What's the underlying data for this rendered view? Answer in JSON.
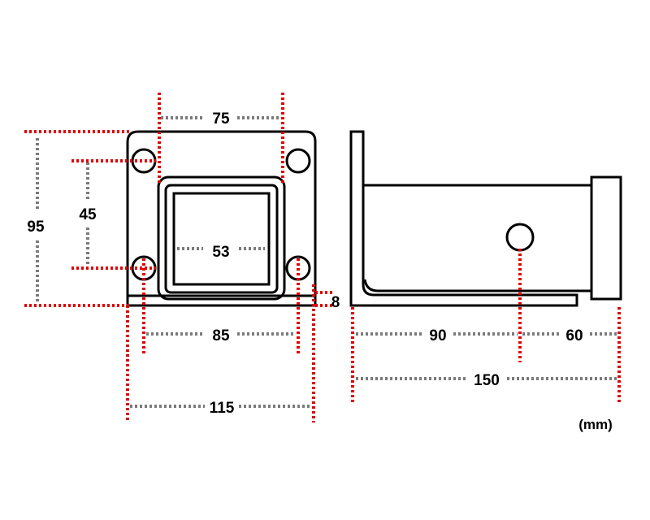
{
  "dimensions": {
    "top_hole_spacing": "75",
    "height": "95",
    "vertical_hole_spacing": "45",
    "tube_size": "53",
    "thickness": "8",
    "lower_hole_spacing": "85",
    "width": "115",
    "side_length_a": "90",
    "side_length_b": "60",
    "total_length": "150"
  },
  "unit": "(mm)",
  "colors": {
    "outline": "#000000",
    "extension_lines": "#e00000",
    "dimension_lines": "#7a7a7a"
  }
}
